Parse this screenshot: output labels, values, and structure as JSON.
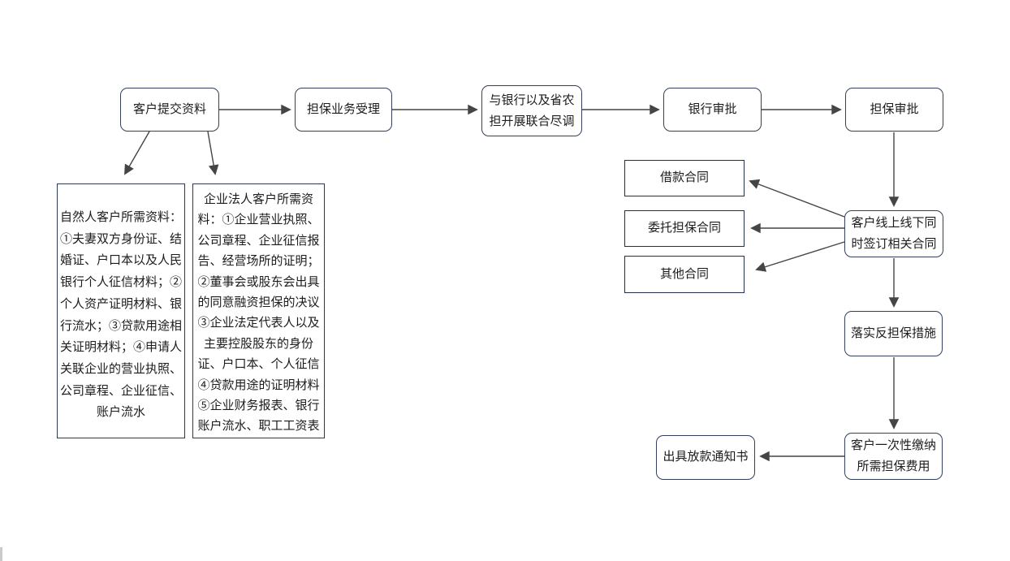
{
  "nodes": {
    "submit": {
      "label": "客户提交资料"
    },
    "accept": {
      "label": "担保业务受理"
    },
    "joint_dd": {
      "label": "与银行以及省农担开展联合尽调"
    },
    "bank_approval": {
      "label": "银行审批"
    },
    "guarantee_approval": {
      "label": "担保审批"
    },
    "natural_person_docs": {
      "label": "自然人客户所需资料：\n①夫妻双方身份证、结\n婚证、户口本以及人民\n银行个人征信材料；②\n个人资产证明材料、银\n行流水；③贷款用途相\n关证明材料；④申请人\n关联企业的营业执照、\n公司章程、企业征信、\n账户流水"
    },
    "corporate_docs": {
      "label": "企业法人客户所需资\n料：①企业营业执照、\n公司章程、企业征信报\n告、经营场所的证明；\n②董事会或股东会出具\n的同意融资担保的决议\n③企业法定代表人以及\n主要控股股东的身份\n证、户口本、个人征信\n④贷款用途的证明材料\n⑤企业财务报表、银行\n账户流水、职工工资表"
    },
    "loan_contract": {
      "label": "借款合同"
    },
    "entrust_contract": {
      "label": "委托担保合同"
    },
    "other_contract": {
      "label": "其他合同"
    },
    "sign_contracts": {
      "label": "客户线上线下同时签订相关合同"
    },
    "counter_guarantee": {
      "label": "落实反担保措施"
    },
    "pay_fee": {
      "label": "客户一次性缴纳所需担保费用"
    },
    "loan_notice": {
      "label": "出具放款通知书"
    }
  },
  "colors": {
    "rounded_box_border": "#32405e",
    "rect_box_border": "#22304d",
    "arrow": "#454545",
    "text": "#1c1c1c",
    "background": "#ffffff"
  }
}
